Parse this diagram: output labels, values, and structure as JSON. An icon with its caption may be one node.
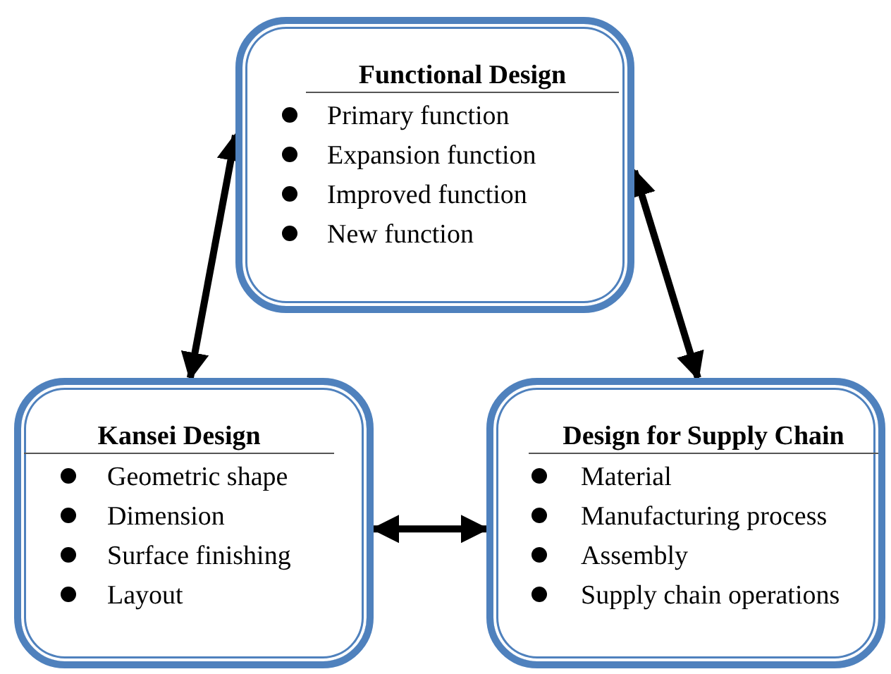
{
  "diagram": {
    "nodes": [
      {
        "text": [
          "Functional Design",
          "Primary function",
          "Expansion function",
          "Improved function",
          "New function"
        ]
      },
      {
        "text": [
          "Kansei Design",
          "Geometric shape",
          "Dimension",
          "Surface finishing",
          "Layout"
        ]
      },
      {
        "text": [
          "Design for Supply Chain",
          "Material",
          "Manufacturing process",
          "Assembly",
          "Supply chain operations"
        ]
      }
    ],
    "edges": [
      {
        "from": 0,
        "to": 1,
        "arrow": "both"
      },
      {
        "from": 0,
        "to": 2,
        "arrow": "both"
      },
      {
        "from": 1,
        "to": 2,
        "arrow": "both"
      }
    ]
  }
}
